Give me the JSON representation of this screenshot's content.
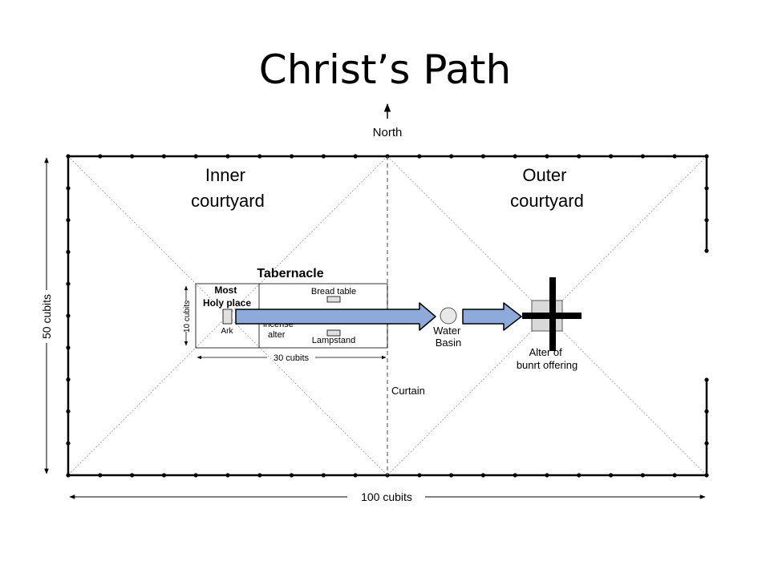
{
  "slide": {
    "title": "Christ’s Path"
  },
  "diagram": {
    "north_label": "North",
    "inner_courtyard": [
      "Inner",
      "courtyard"
    ],
    "outer_courtyard": [
      "Outer",
      "courtyard"
    ],
    "tabernacle_label": "Tabernacle",
    "most_holy_place": [
      "Most",
      "Holy place"
    ],
    "ark_label": "Ark",
    "bread_table_label": "Bread table",
    "incense_altar": [
      "incense",
      "alter"
    ],
    "lampstand_label": "Lampstand",
    "water_basin": [
      "Water",
      "Basin"
    ],
    "burnt_offering_altar": [
      "Alter of",
      "bunrt offering"
    ],
    "curtain_label": "Curtain",
    "dim_tabernacle_length": "30 cubits",
    "dim_tabernacle_width": "10 cubits",
    "dim_court_width": "50 cubits",
    "dim_court_length": "100 cubits"
  },
  "colors": {
    "arrow_fill": "#8eaadb",
    "arrow_stroke": "#000000",
    "line": "#000000",
    "cross": "#000000"
  }
}
